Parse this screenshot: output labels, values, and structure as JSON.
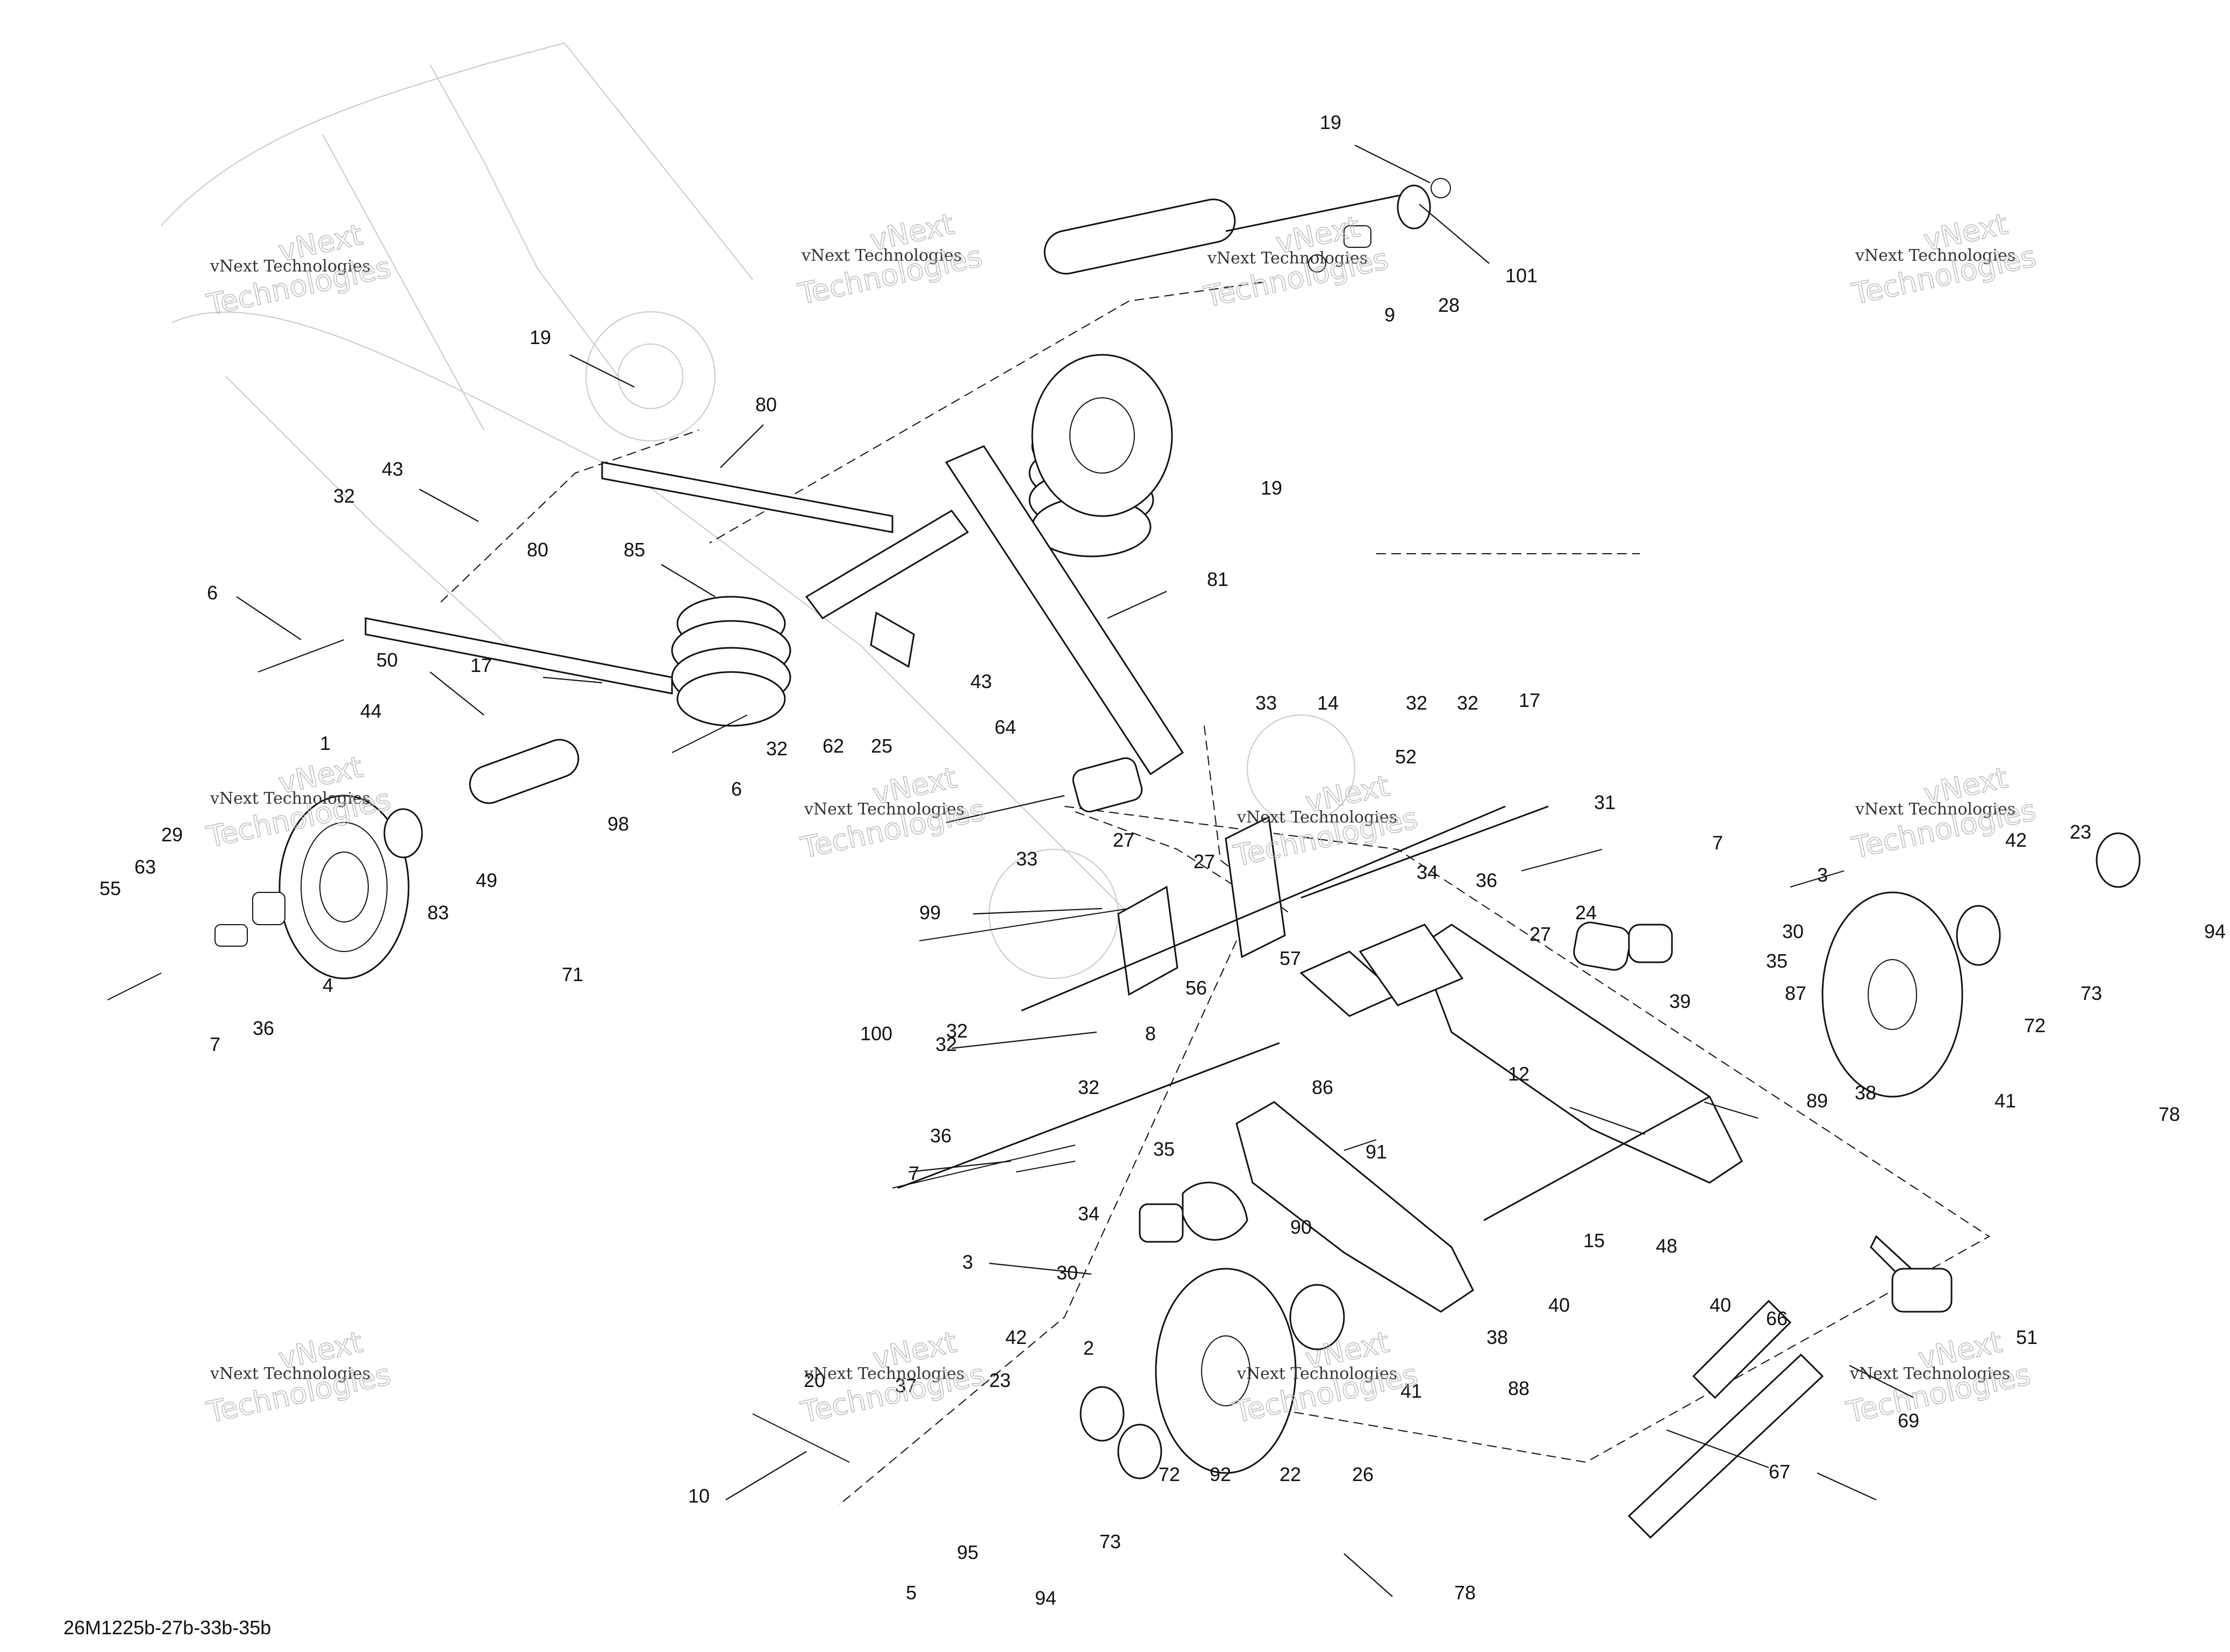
{
  "diagram": {
    "reference_code": "26M1225b-27b-33b-35b",
    "watermark": {
      "line1": "vNext Technologies",
      "line2_a": "vNext",
      "line2_b": "Technologies"
    },
    "callouts": [
      "19",
      "101",
      "28",
      "9",
      "19",
      "80",
      "43",
      "32",
      "19",
      "6",
      "85",
      "80",
      "81",
      "17",
      "50",
      "44",
      "1",
      "29",
      "63",
      "55",
      "7",
      "36",
      "4",
      "83",
      "49",
      "71",
      "98",
      "32",
      "62",
      "25",
      "43",
      "64",
      "6",
      "33",
      "14",
      "27",
      "33",
      "27",
      "99",
      "32",
      "52",
      "32",
      "32",
      "17",
      "31",
      "7",
      "3",
      "34",
      "36",
      "24",
      "30",
      "35",
      "87",
      "57",
      "27",
      "42",
      "23",
      "94",
      "73",
      "72",
      "78",
      "41",
      "38",
      "89",
      "39",
      "12",
      "56",
      "8",
      "100",
      "32",
      "32",
      "36",
      "7",
      "34",
      "35",
      "86",
      "91",
      "3",
      "30",
      "2",
      "90",
      "48",
      "15",
      "40",
      "40",
      "88",
      "41",
      "38",
      "26",
      "22",
      "92",
      "72",
      "73",
      "42",
      "23",
      "37",
      "20",
      "10",
      "95",
      "5",
      "94",
      "78",
      "66",
      "51",
      "69",
      "67"
    ]
  }
}
